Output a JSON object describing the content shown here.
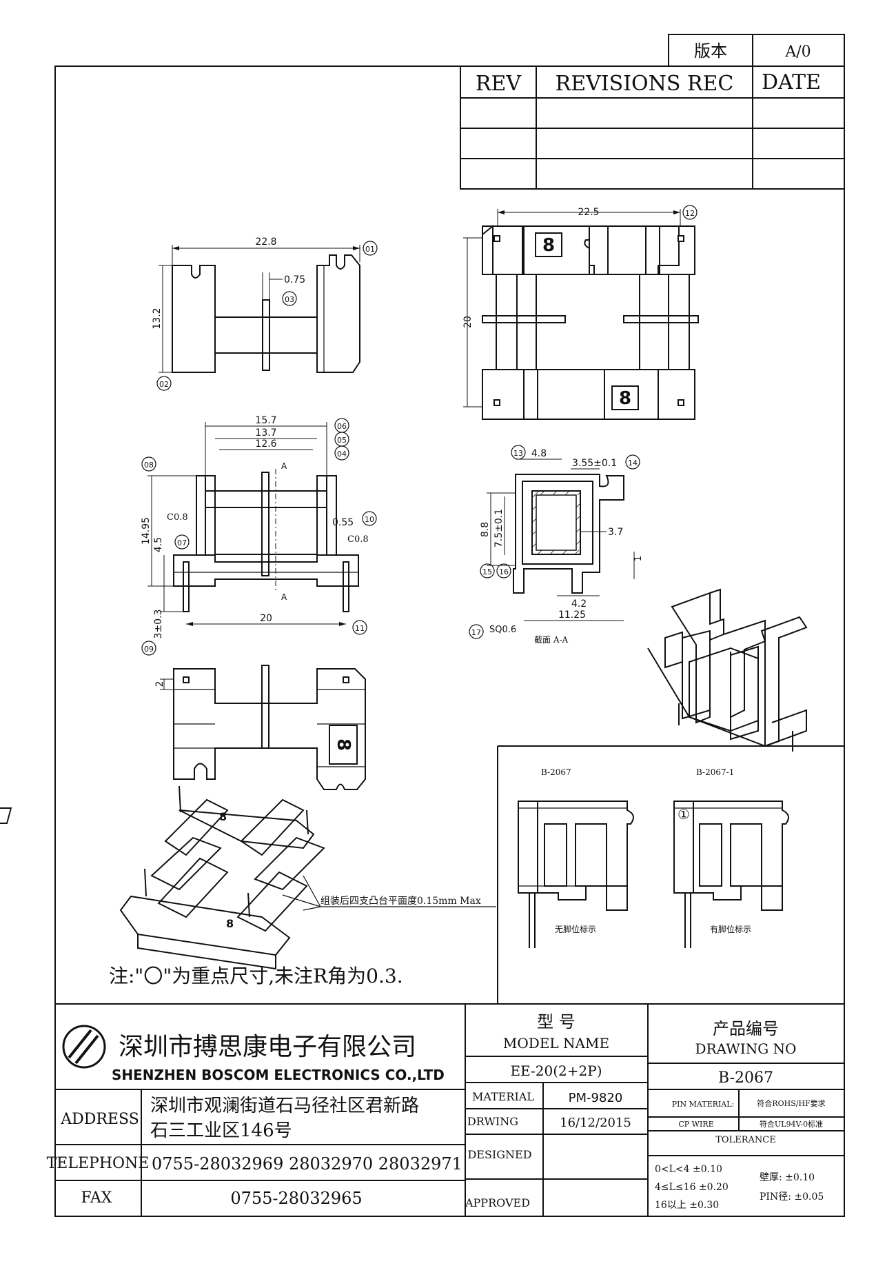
{
  "version_box": {
    "label": "版本",
    "value": "A/0"
  },
  "revisions": {
    "col_rev": "REV",
    "col_rec": "REVISIONS REC",
    "col_date": "DATE"
  },
  "top_view": {
    "width": "22.5",
    "height": "20",
    "callout": "12",
    "mark": "8"
  },
  "side_view": {
    "width": "22.8",
    "height": "13.2",
    "flange": "0.75",
    "callouts": [
      "01",
      "02",
      "03"
    ]
  },
  "front_view": {
    "d1": "15.7",
    "d2": "13.7",
    "d3": "12.6",
    "h1": "14.95",
    "h2": "4.5",
    "pin_len": "3±0.3",
    "pitch": "20",
    "gap": "0.55",
    "chamfer_l": "C0.8",
    "chamfer_r": "C0.8",
    "section_mark": "A",
    "callouts": [
      "04",
      "05",
      "06",
      "07",
      "08",
      "09",
      "10",
      "11"
    ]
  },
  "section_view": {
    "w1": "4.8",
    "w2": "3.55±0.1",
    "h1": "8.8",
    "h2": "7.5±0.1",
    "inner": "3.7",
    "step": "1",
    "b1": "4.2",
    "b2": "11.25",
    "pin": "SQ0.6",
    "caption": "截面 A-A",
    "callouts": [
      "13",
      "14",
      "15",
      "16",
      "17"
    ]
  },
  "bottom_view": {
    "dim": "2",
    "mark": "8"
  },
  "assembly_note": "组装后四支凸台平面度0.15mm Max",
  "variants": {
    "left_title": "B-2067",
    "left_note": "无脚位标示",
    "right_title": "B-2067-1",
    "right_note": "有脚位标示",
    "right_mark": "①"
  },
  "footnote": "注:\"〇\"为重点尺寸,未注R角为0.3.",
  "company": {
    "name_cn": "深圳市搏思康电子有限公司",
    "name_en": "SHENZHEN BOSCOM ELECTRONICS CO.,LTD",
    "address_label": "ADDRESS",
    "address_line1": "深圳市观澜街道石马径社区君新路",
    "address_line2": "石三工业区146号",
    "telephone_label": "TELEPHONE",
    "telephone": "0755-28032969 28032970 28032971",
    "fax_label": "FAX",
    "fax": "0755-28032965"
  },
  "title_block": {
    "model_cn": "型    号",
    "model_en": "MODEL NAME",
    "model_value": "EE-20(2+2P)",
    "drawing_cn": "产品编号",
    "drawing_en": "DRAWING NO",
    "drawing_value": "B-2067",
    "material_label": "MATERIAL",
    "material_value": "PM-9820",
    "drawing_label": "DRWING",
    "date_value": "16/12/2015",
    "designed_label": "DESIGNED",
    "approved_label": "APPROVED",
    "pin_material_label": "PIN MATERIAL:",
    "pin_material_value": "CP WIRE",
    "rohs": "符合ROHS/HF要求",
    "ul": "符合UL94V-0标准",
    "tolerance_label": "TOLERANCE",
    "tol1": "0<L<4    ±0.10",
    "tol2": "4≤L≤16  ±0.20",
    "tol3": "16以上     ±0.30",
    "wall": "壁厚:  ±0.10",
    "pin_dia": "PIN径: ±0.05"
  }
}
